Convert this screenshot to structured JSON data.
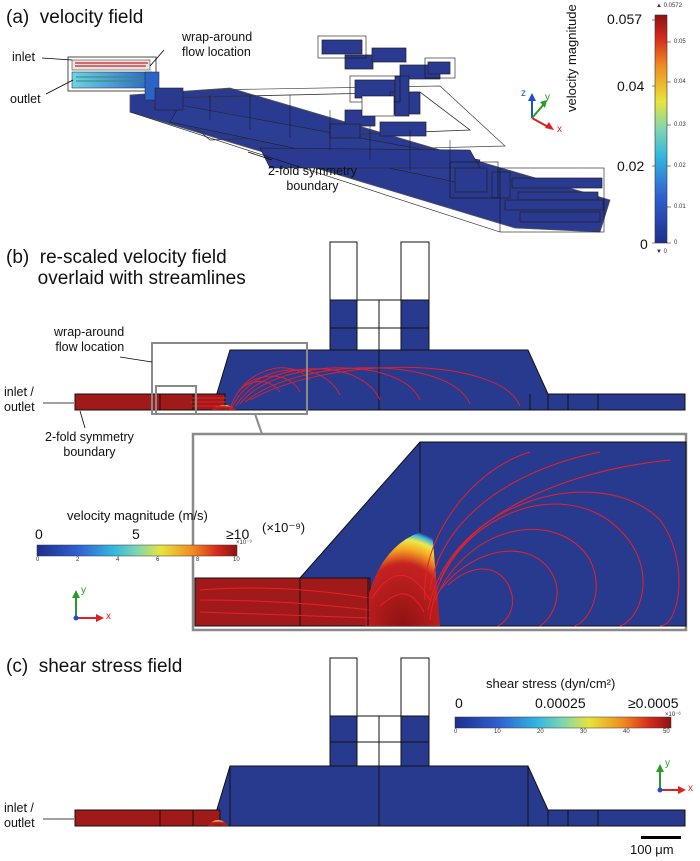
{
  "panels": {
    "a": {
      "title": "(a)  velocity field",
      "labels": {
        "inlet": "inlet",
        "outlet": "outlet",
        "wrap_around": "wrap-around\nflow location",
        "symmetry": "2-fold symmetry\nboundary"
      },
      "colorbar": {
        "title": "velocity magnitude (m/s)",
        "max_marker": "▲ 0.0572",
        "min_marker": "▼ 0",
        "major_ticks": [
          "0.057",
          "0.04",
          "0.02",
          "0"
        ],
        "minor_ticks": [
          "0.05",
          "0.04",
          "0.03",
          "0.02",
          "0.01",
          "0"
        ]
      },
      "axes": {
        "z": "z",
        "y": "y",
        "x": "x"
      }
    },
    "b": {
      "title": "(b)  re-scaled velocity field\n      overlaid with streamlines",
      "labels": {
        "wrap_around": "wrap-around\nflow location",
        "inlet_outlet": "inlet /\noutlet",
        "symmetry": "2-fold symmetry\nboundary"
      },
      "colorbar": {
        "title": "velocity magnitude (m/s)",
        "tick_0": "0",
        "tick_mid": "5",
        "tick_max": "≥10",
        "scale": "(×10⁻⁹)",
        "small_exp": "×10⁻⁹",
        "small_ticks": [
          "0",
          "2",
          "4",
          "6",
          "8",
          "10"
        ]
      },
      "axes": {
        "y": "y",
        "x": "x"
      }
    },
    "c": {
      "title": "(c)  shear stress field",
      "labels": {
        "inlet_outlet": "inlet /\noutlet"
      },
      "colorbar": {
        "title": "shear stress (dyn/cm²)",
        "tick_0": "0",
        "tick_mid": "0.00025",
        "tick_max": "≥0.0005",
        "small_exp": "×10⁻⁶",
        "small_ticks": [
          "0",
          "10",
          "20",
          "30",
          "40",
          "50"
        ]
      },
      "axes": {
        "y": "y",
        "x": "x"
      },
      "scale_bar": "100 μm"
    }
  },
  "colors": {
    "field_blue": "#283a8e",
    "field_red": "#a11a1a",
    "streamline": "#e8202a",
    "frame_gray": "#8a8a8a"
  }
}
